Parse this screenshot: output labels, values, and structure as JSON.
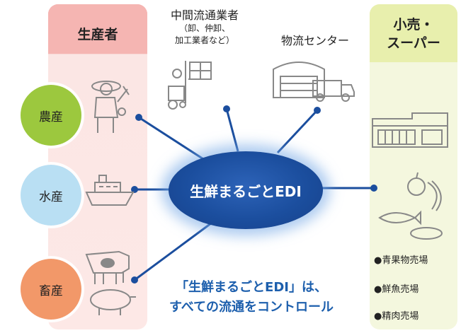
{
  "producer_header": "生産者",
  "retail_header_line1": "小売・",
  "retail_header_line2": "スーパー",
  "intermediary": {
    "title": "中間流通業者",
    "sub_line1": "（卸、仲卸、",
    "sub_line2": "加工業者など）"
  },
  "logistics_title": "物流センター",
  "producers": [
    {
      "label": "農産",
      "color": "#9cc83e",
      "icon": "farmer-icon"
    },
    {
      "label": "水産",
      "color": "#b9dff3",
      "icon": "ship-icon"
    },
    {
      "label": "畜産",
      "color": "#f29869",
      "icon": "cow-pig-icon"
    }
  ],
  "center_label": "生鮮まるごとEDI",
  "bottom_message_line1": "「生鮮まるごとEDI」は、",
  "bottom_message_line2": "すべての流通をコントロール",
  "retail_sections": [
    "●青果物売場",
    "●鮮魚売場",
    "●精肉売場"
  ],
  "colors": {
    "accent": "#1b4e9e",
    "message": "#1d5fad"
  }
}
